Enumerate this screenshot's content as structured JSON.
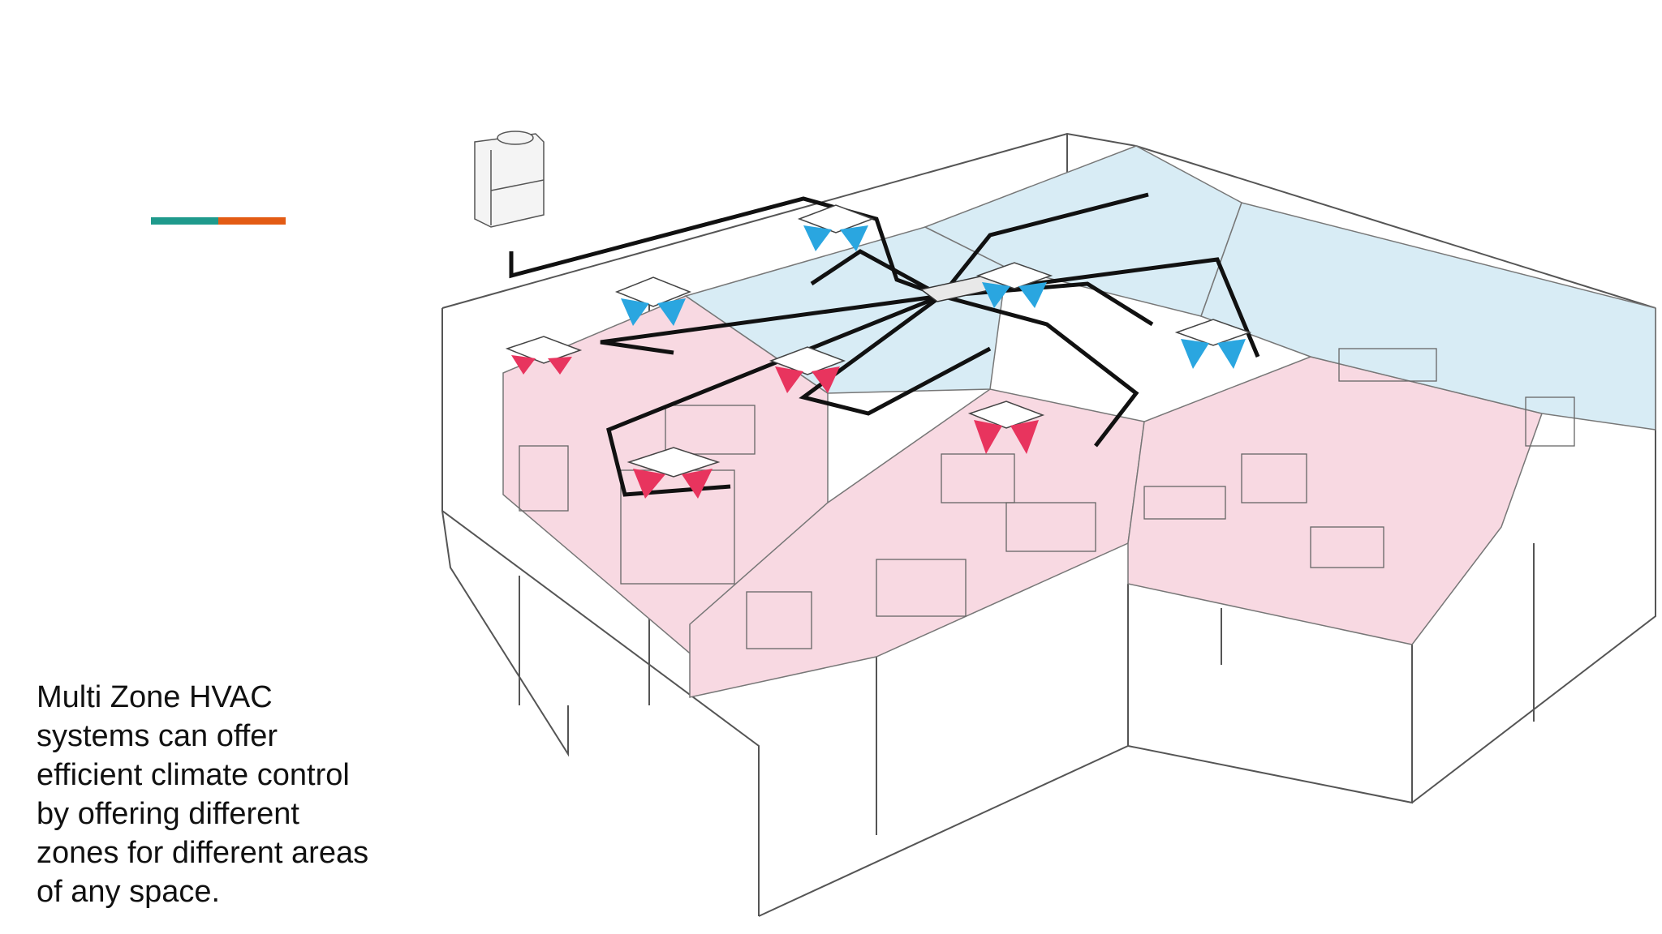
{
  "slide": {
    "caption": "Multi Zone HVAC\nsystems can offer\nefficient climate control\nby offering different\nzones for different areas\nof any space."
  },
  "accent": {
    "teal": "#1f9a8c",
    "orange": "#e35b14"
  },
  "diagram": {
    "zone_colors": {
      "heating": "#f8d9e2",
      "cooling": "#d8ecf5"
    },
    "airflow_colors": {
      "heating": "#e8345e",
      "cooling": "#2aa6e0"
    },
    "units": [
      {
        "id": "outdoor-unit"
      },
      {
        "id": "indoor-unit-1",
        "mode": "heating"
      },
      {
        "id": "indoor-unit-2",
        "mode": "heating"
      },
      {
        "id": "indoor-unit-3",
        "mode": "heating"
      },
      {
        "id": "indoor-unit-4",
        "mode": "heating"
      },
      {
        "id": "indoor-unit-5",
        "mode": "cooling"
      },
      {
        "id": "indoor-unit-6",
        "mode": "cooling"
      },
      {
        "id": "indoor-unit-7",
        "mode": "cooling"
      },
      {
        "id": "indoor-unit-8",
        "mode": "cooling"
      }
    ]
  }
}
